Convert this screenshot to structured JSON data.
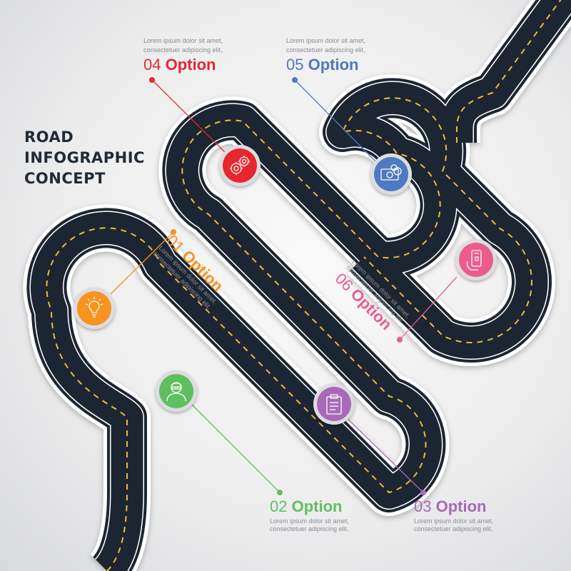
{
  "title": {
    "line1": "ROAD",
    "line2": "INFOGRAPHIC",
    "line3": "CONCEPT"
  },
  "lorem_line1": "Lorem ipsum dolor sit amet,",
  "lorem_line2": "consectetuer adipiscing elit,",
  "option_word": "Option",
  "options": [
    {
      "num": "01",
      "color": "#f7931e",
      "icon": "lightbulb-icon"
    },
    {
      "num": "02",
      "color": "#5fbf5f",
      "icon": "person-icon"
    },
    {
      "num": "03",
      "color": "#a869b8",
      "icon": "clipboard-icon"
    },
    {
      "num": "04",
      "color": "#e8262f",
      "icon": "gears-icon"
    },
    {
      "num": "05",
      "color": "#4f79c0",
      "icon": "money-icon"
    },
    {
      "num": "06",
      "color": "#ec5b8c",
      "icon": "mobile-payment-icon"
    }
  ],
  "colors": {
    "road": "#1f2733",
    "road_edge": "#ffffff",
    "lane_marking": "#f2b53a",
    "background": "#eeeeef"
  }
}
